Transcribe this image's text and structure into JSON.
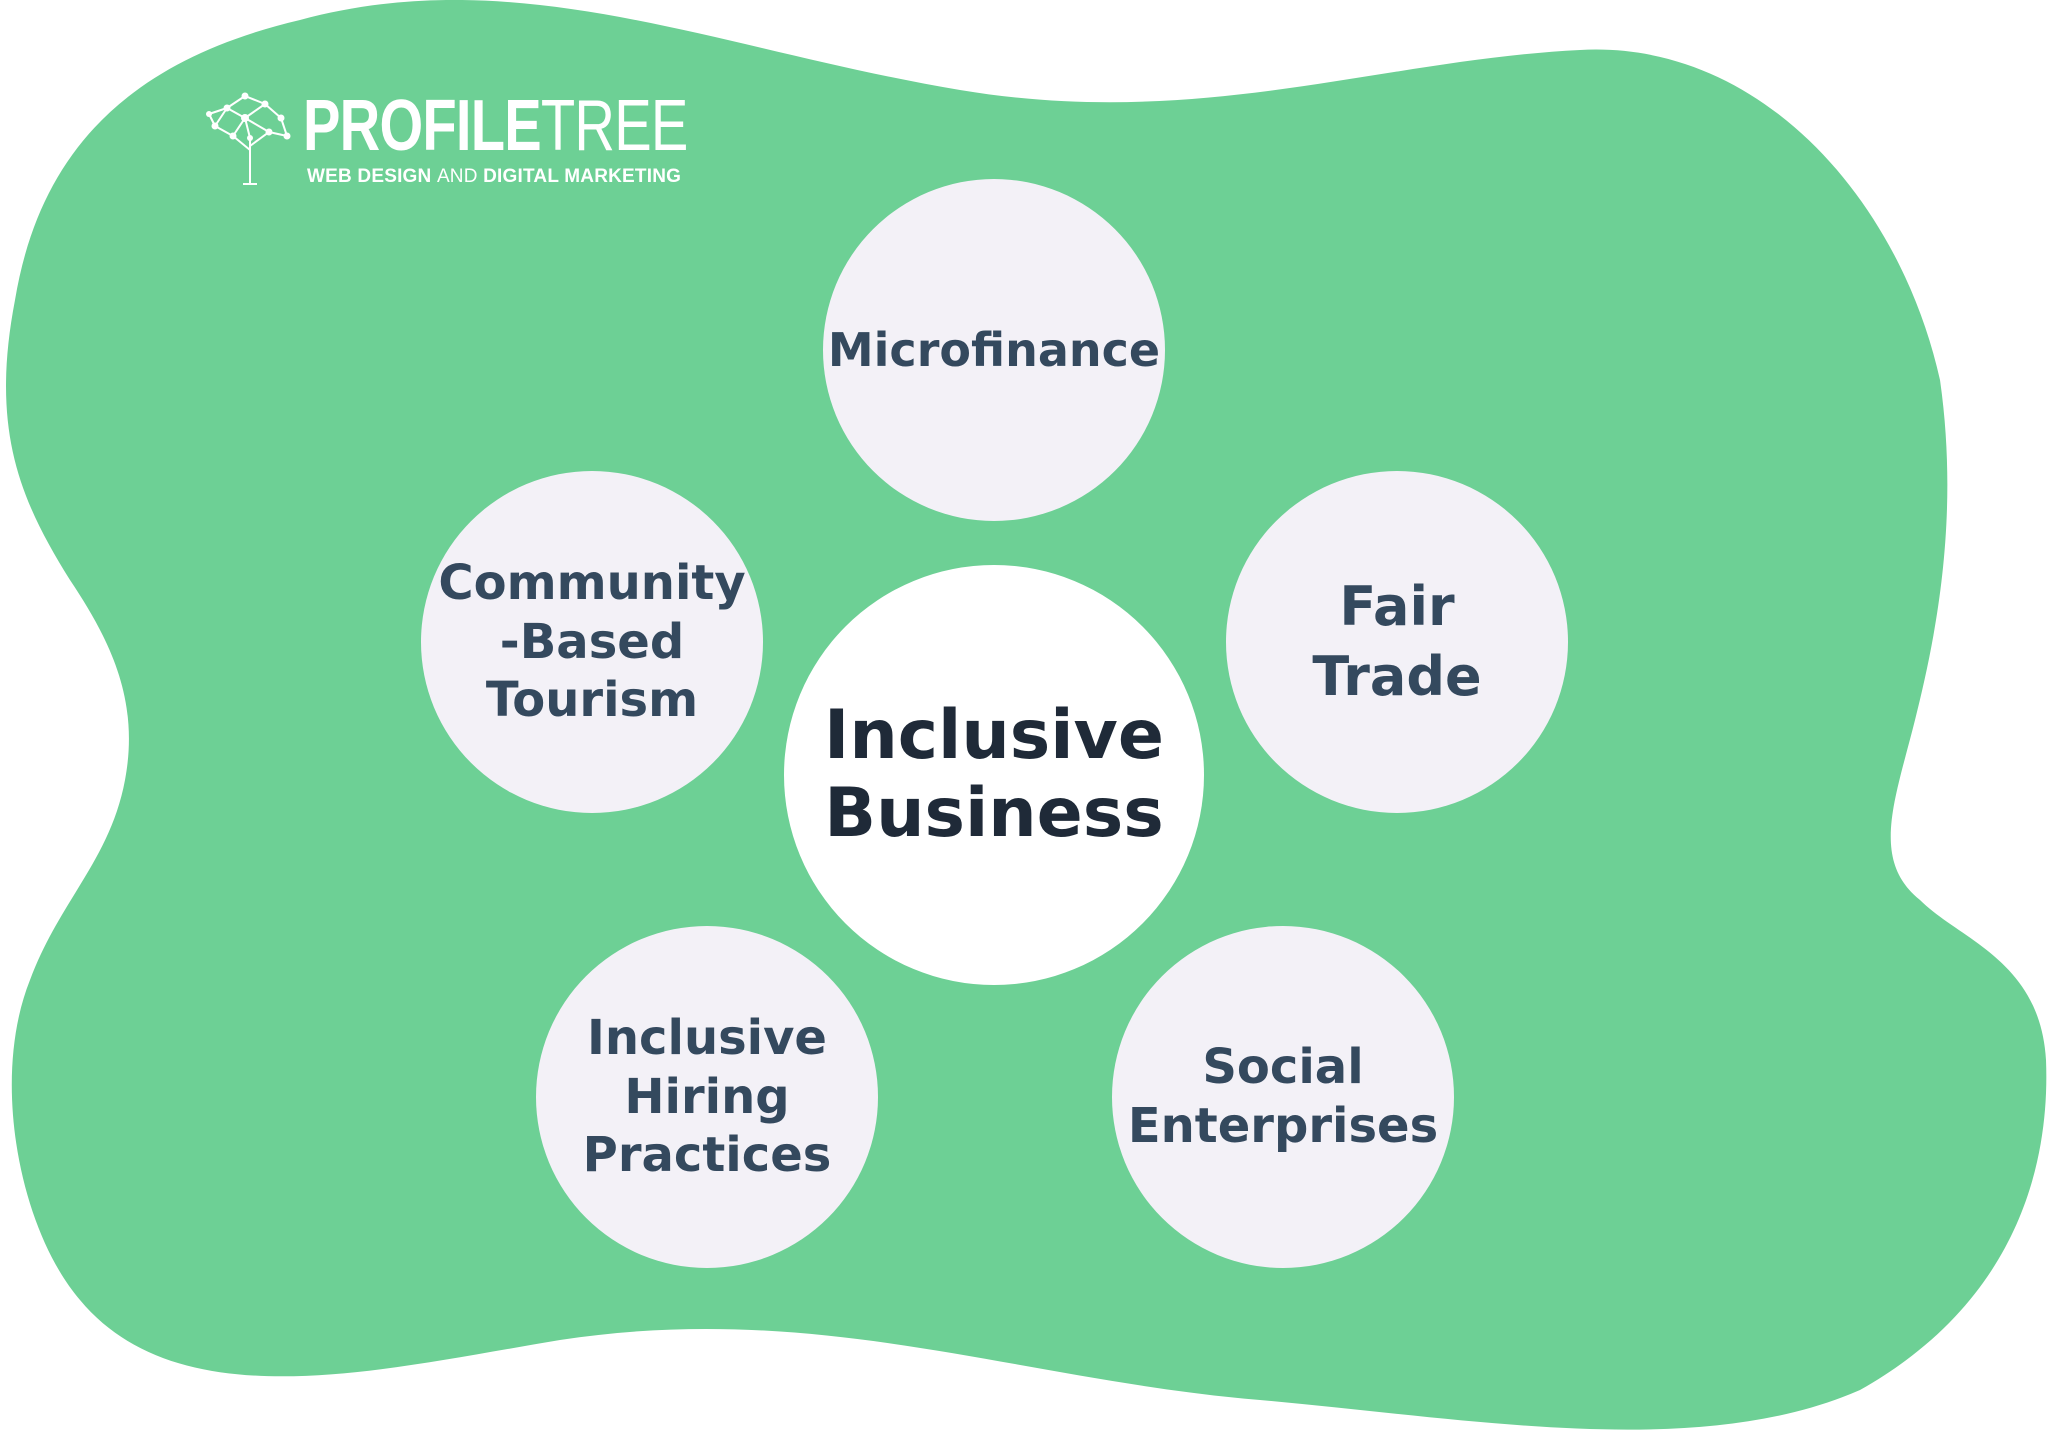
{
  "colors": {
    "background_blob": "#6dd095",
    "node_fill": "#f3f1f7",
    "center_fill": "#ffffff",
    "node_text": "#34495e",
    "center_text": "#1f2a38",
    "logo": "#ffffff"
  },
  "logo": {
    "icon": "tree-network-icon",
    "name_bold": "PROFILE",
    "name_thin": "TREE",
    "tagline_part1": "WEB DESIGN ",
    "tagline_part2": "AND ",
    "tagline_part3": "DIGITAL MARKETING"
  },
  "diagram": {
    "center": "Inclusive\nBusiness",
    "nodes": {
      "top": "Microfinance",
      "left": "Community\n-Based\nTourism",
      "right": "Fair\nTrade",
      "bottom_left": "Inclusive\nHiring\nPractices",
      "bottom_right": "Social\nEnterprises"
    }
  }
}
